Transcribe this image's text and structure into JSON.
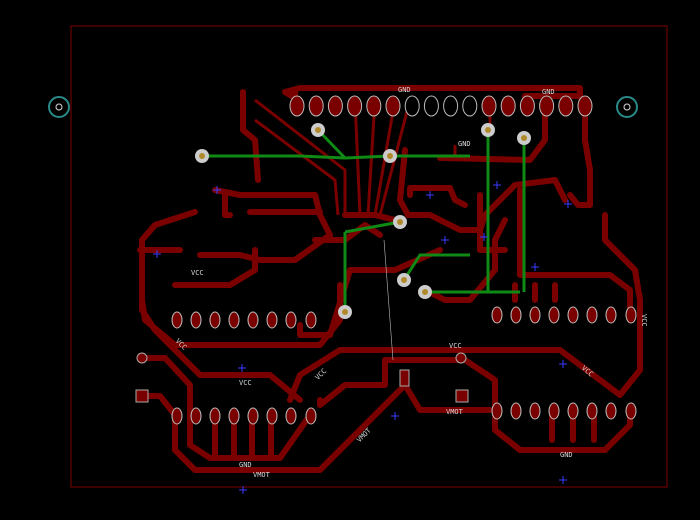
{
  "labels": {
    "gnd_top": "GND",
    "gnd_top_right": "GND",
    "gnd_mid": "GND",
    "vcc_left": "VCC",
    "vcc_diag_left": "VCC",
    "vcc_lower": "VCC",
    "vcc_diag_mid": "VCC",
    "vcc_center": "VCC",
    "vcc_diag_right": "VCC",
    "vcc_vertical": "VCC",
    "gnd_bottom_left": "GND",
    "vmot_bottom": "VMOT",
    "vmot_diag": "VMOT",
    "vmot_right": "VMOT",
    "gnd_bottom_right": "GND"
  },
  "colors": {
    "top_copper": "#7a0000",
    "bottom_copper": "#0f8a14",
    "board_outline": "#800000",
    "origin_cross": "#3a3aff"
  }
}
